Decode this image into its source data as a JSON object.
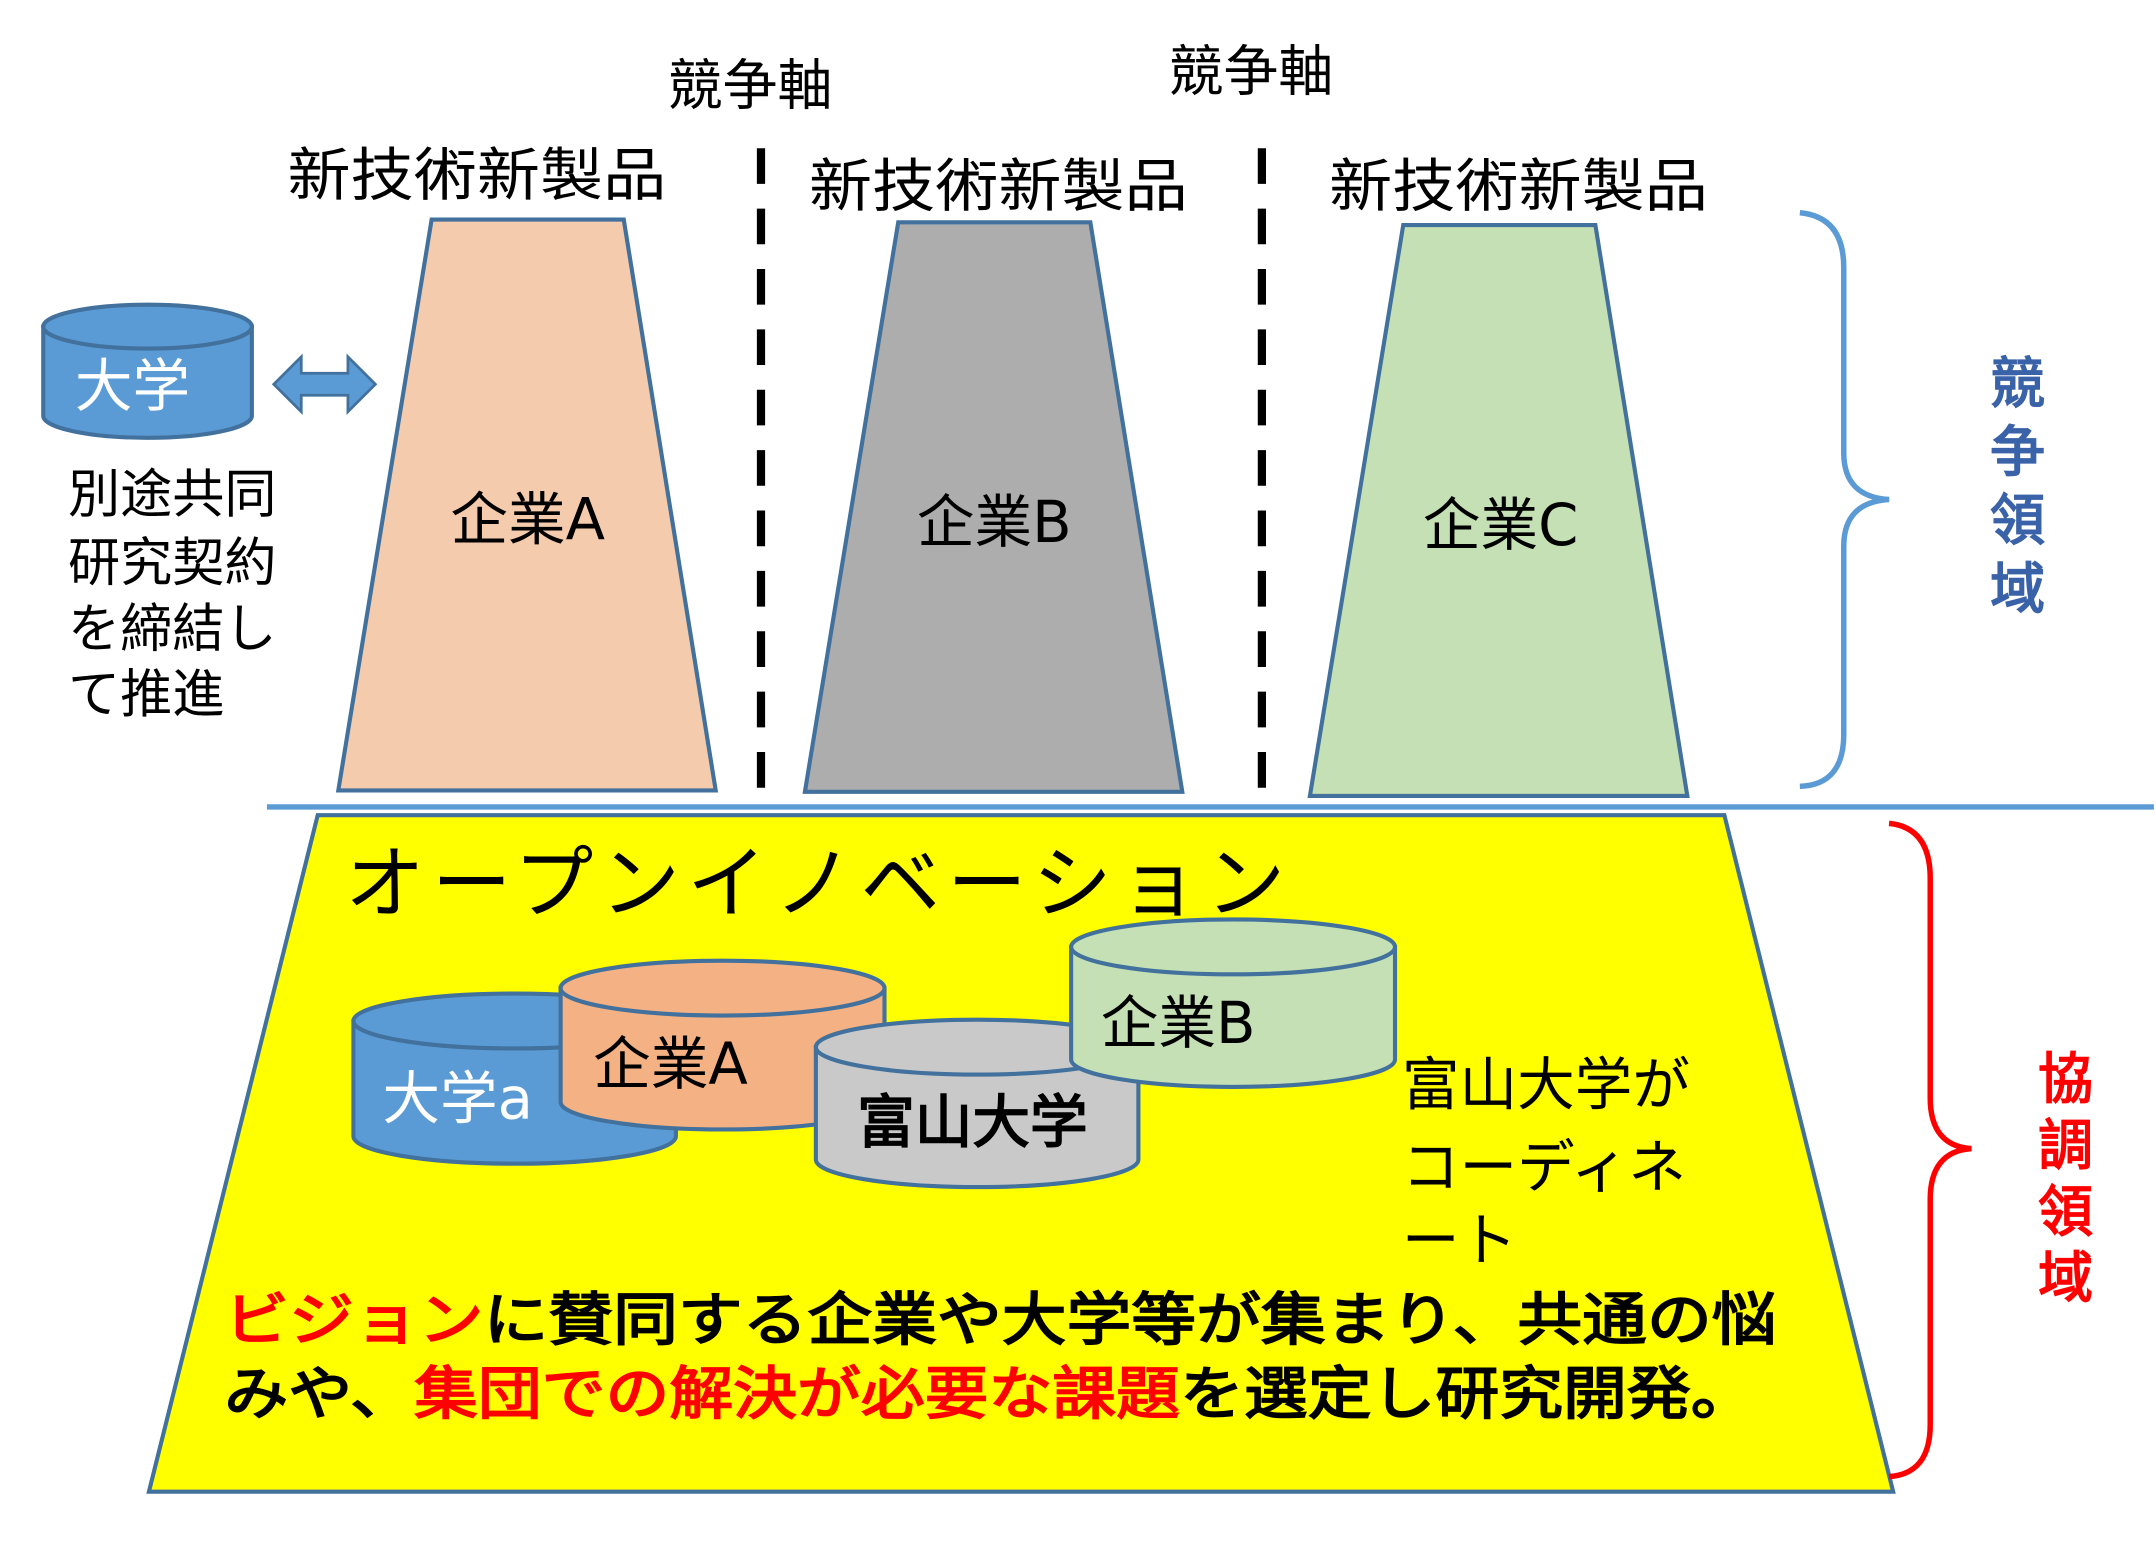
{
  "competition_axis_labels": [
    "競争軸",
    "競争軸"
  ],
  "new_tech_labels": [
    "新技術新製品",
    "新技術新製品",
    "新技術新製品"
  ],
  "companies": [
    {
      "label": "企業A",
      "color": "#F5CBAD"
    },
    {
      "label": "企業B",
      "color": "#ADADAD"
    },
    {
      "label": "企業C",
      "color": "#C5E0B4"
    }
  ],
  "university": {
    "label": "大学",
    "color": "#5B9BD5"
  },
  "side_note": [
    "別途共同",
    "研究契約",
    "を締結し",
    "て推進"
  ],
  "competition_area": {
    "label": "競争領域",
    "color": "#3A62A8"
  },
  "cooperation_area": {
    "label": "協調領域",
    "color": "#FF0000"
  },
  "open_innovation": {
    "title": "オープンイノベーション",
    "color": "#FFFF00",
    "cylinders": [
      {
        "label": "大学a",
        "color": "#5B9BD5"
      },
      {
        "label": "企業A",
        "color": "#F4B183"
      },
      {
        "label": "富山大学",
        "color": "#C9C9C9"
      },
      {
        "label": "企業B",
        "color": "#C5E0B4"
      }
    ],
    "coordinate_note": [
      "富山大学が",
      "コーディネ",
      "ート"
    ],
    "description": {
      "line1": [
        {
          "text": "ビジョン",
          "highlight": true
        },
        {
          "text": "に賛同する企業や大学等が集まり、共通の悩",
          "highlight": false
        }
      ],
      "line2": [
        {
          "text": "みや、",
          "highlight": false
        },
        {
          "text": "集団での解決が必要な課題",
          "highlight": true
        },
        {
          "text": "を選定し研究開発。",
          "highlight": false
        }
      ]
    }
  }
}
